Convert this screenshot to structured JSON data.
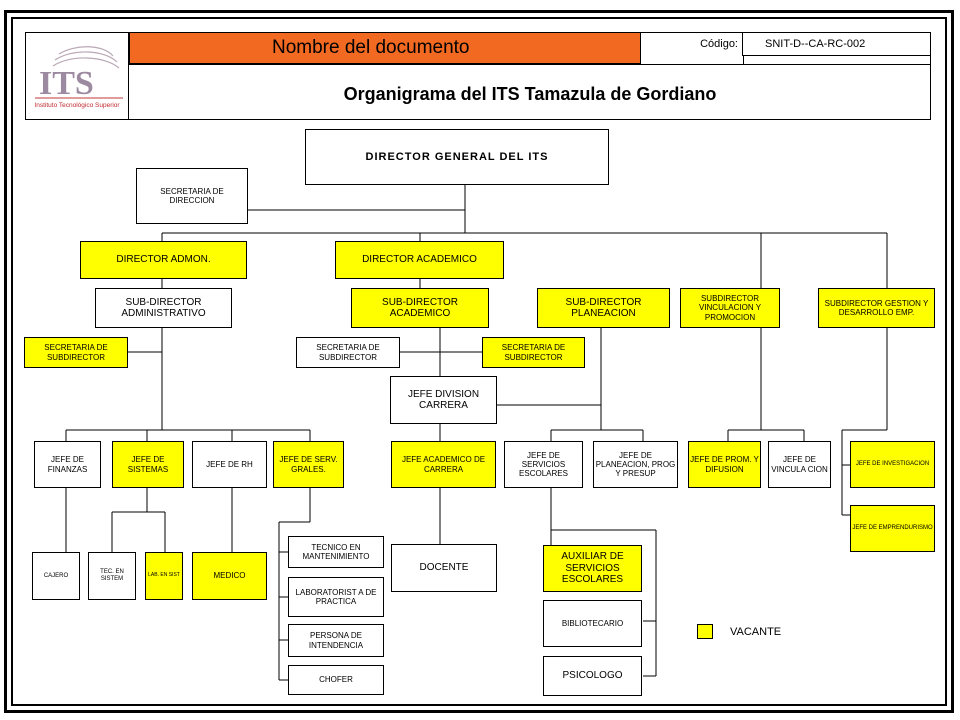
{
  "header": {
    "logo_caption": "Instituto Tecnológico Superior",
    "logo_letters": "ITS",
    "doc_name_label": "Nombre del documento",
    "code_label": "Código:",
    "code_value": "SNIT-D--CA-RC-002",
    "title": "Organigrama del ITS Tamazula de Gordiano"
  },
  "colors": {
    "vacant": "#ffff00",
    "header_orange": "#f26a21"
  },
  "nodes": {
    "director_general": "DIRECTOR GENERAL DEL ITS",
    "secretaria_direccion": "SECRETARIA DE DIRECCION",
    "director_admon": "DIRECTOR ADMON.",
    "director_academico": "DIRECTOR ACADEMICO",
    "subdirector_administrativo": "SUB-DIRECTOR ADMINISTRATIVO",
    "subdirector_academico": "SUB-DIRECTOR ACADEMICO",
    "subdirector_planeacion": "SUB-DIRECTOR PLANEACION",
    "subdirector_vinculacion": "SUBDIRECTOR VINCULACION Y PROMOCION",
    "subdirector_gestion": "SUBDIRECTOR GESTION Y DESARROLLO EMP.",
    "secretaria_subdirector_admin": "SECRETARIA DE SUBDIRECTOR",
    "secretaria_subdirector_acad": "SECRETARIA DE SUBDIRECTOR",
    "secretaria_subdirector_plan": "SECRETARIA DE SUBDIRECTOR",
    "jefe_division_carrera": "JEFE DIVISION CARRERA",
    "jefe_finanzas": "JEFE DE FINANZAS",
    "jefe_sistemas": "JEFE DE SISTEMAS",
    "jefe_rh": "JEFE DE RH",
    "jefe_serv_grales": "JEFE DE SERV. GRALES.",
    "jefe_academico_carrera": "JEFE ACADEMICO DE CARRERA",
    "jefe_servicios_escolares": "JEFE DE SERVICIOS ESCOLARES",
    "jefe_planeacion": "JEFE DE PLANEACION, PROG Y PRESUP",
    "jefe_prom_difusion": "JEFE DE PROM. Y DIFUSION",
    "jefe_vinculacion": "JEFE DE VINCULA CION",
    "jefe_investigacion": "JEFE DE INVESTIGACION",
    "jefe_emprendurismo": "JEFE DE EMPRENDURISMO",
    "cajero": "CAJERO",
    "tec_sistem": "TEC. EN SISTEM",
    "lab_sist": "LAB. EN SIST",
    "medico": "MEDICO",
    "tecnico_mantenimiento": "TECNICO EN MANTENIMIENTO",
    "laboratorista": "LABORATORIST A DE PRACTICA",
    "persona_intendencia": "PERSONA DE INTENDENCIA",
    "chofer": "CHOFER",
    "docente": "DOCENTE",
    "auxiliar_servicios": "AUXILIAR DE SERVICIOS ESCOLARES",
    "bibliotecario": "BIBLIOTECARIO",
    "psicologo": "PSICOLOGO"
  },
  "legend": {
    "label": "VACANTE"
  }
}
